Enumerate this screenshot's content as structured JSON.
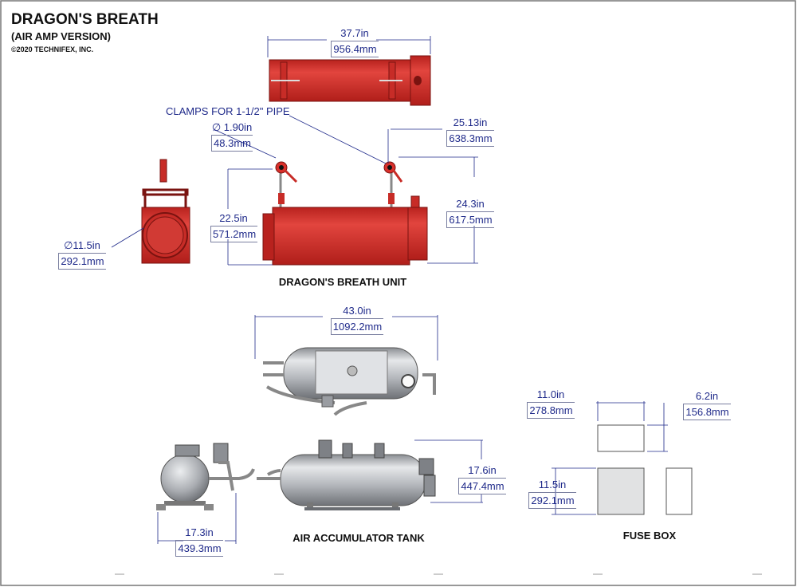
{
  "header": {
    "title": "DRAGON'S BREATH",
    "subtitle": "(AIR AMP VERSION)",
    "copyright": "©2020 TECHNIFEX, INC."
  },
  "unit": {
    "label": "DRAGON'S BREATH UNIT",
    "clamp_note": "CLAMPS FOR 1-1/2\" PIPE",
    "dims": {
      "top_length_in": "37.7in",
      "top_length_mm": "956.4mm",
      "clamp_dia_in": "∅ 1.90in",
      "clamp_dia_mm": "48.3mm",
      "span_in": "25.13in",
      "span_mm": "638.3mm",
      "height_in": "24.3in",
      "height_mm": "617.5mm",
      "body_height_in": "22.5in",
      "body_height_mm": "571.2mm",
      "dia_in": "∅11.5in",
      "dia_mm": "292.1mm"
    }
  },
  "tank": {
    "label": "AIR ACCUMULATOR TANK",
    "dims": {
      "length_in": "43.0in",
      "length_mm": "1092.2mm",
      "height_in": "17.6in",
      "height_mm": "447.4mm",
      "end_width_in": "17.3in",
      "end_width_mm": "439.3mm"
    }
  },
  "fuse": {
    "label": "FUSE BOX",
    "dims": {
      "width_in": "11.0in",
      "width_mm": "278.8mm",
      "depth_in": "6.2in",
      "depth_mm": "156.8mm",
      "height_in": "11.5in",
      "height_mm": "292.1mm"
    }
  },
  "colors": {
    "red": "#d9302b",
    "dim_blue": "#1f2a8a",
    "steel": "#b9bcc1"
  }
}
